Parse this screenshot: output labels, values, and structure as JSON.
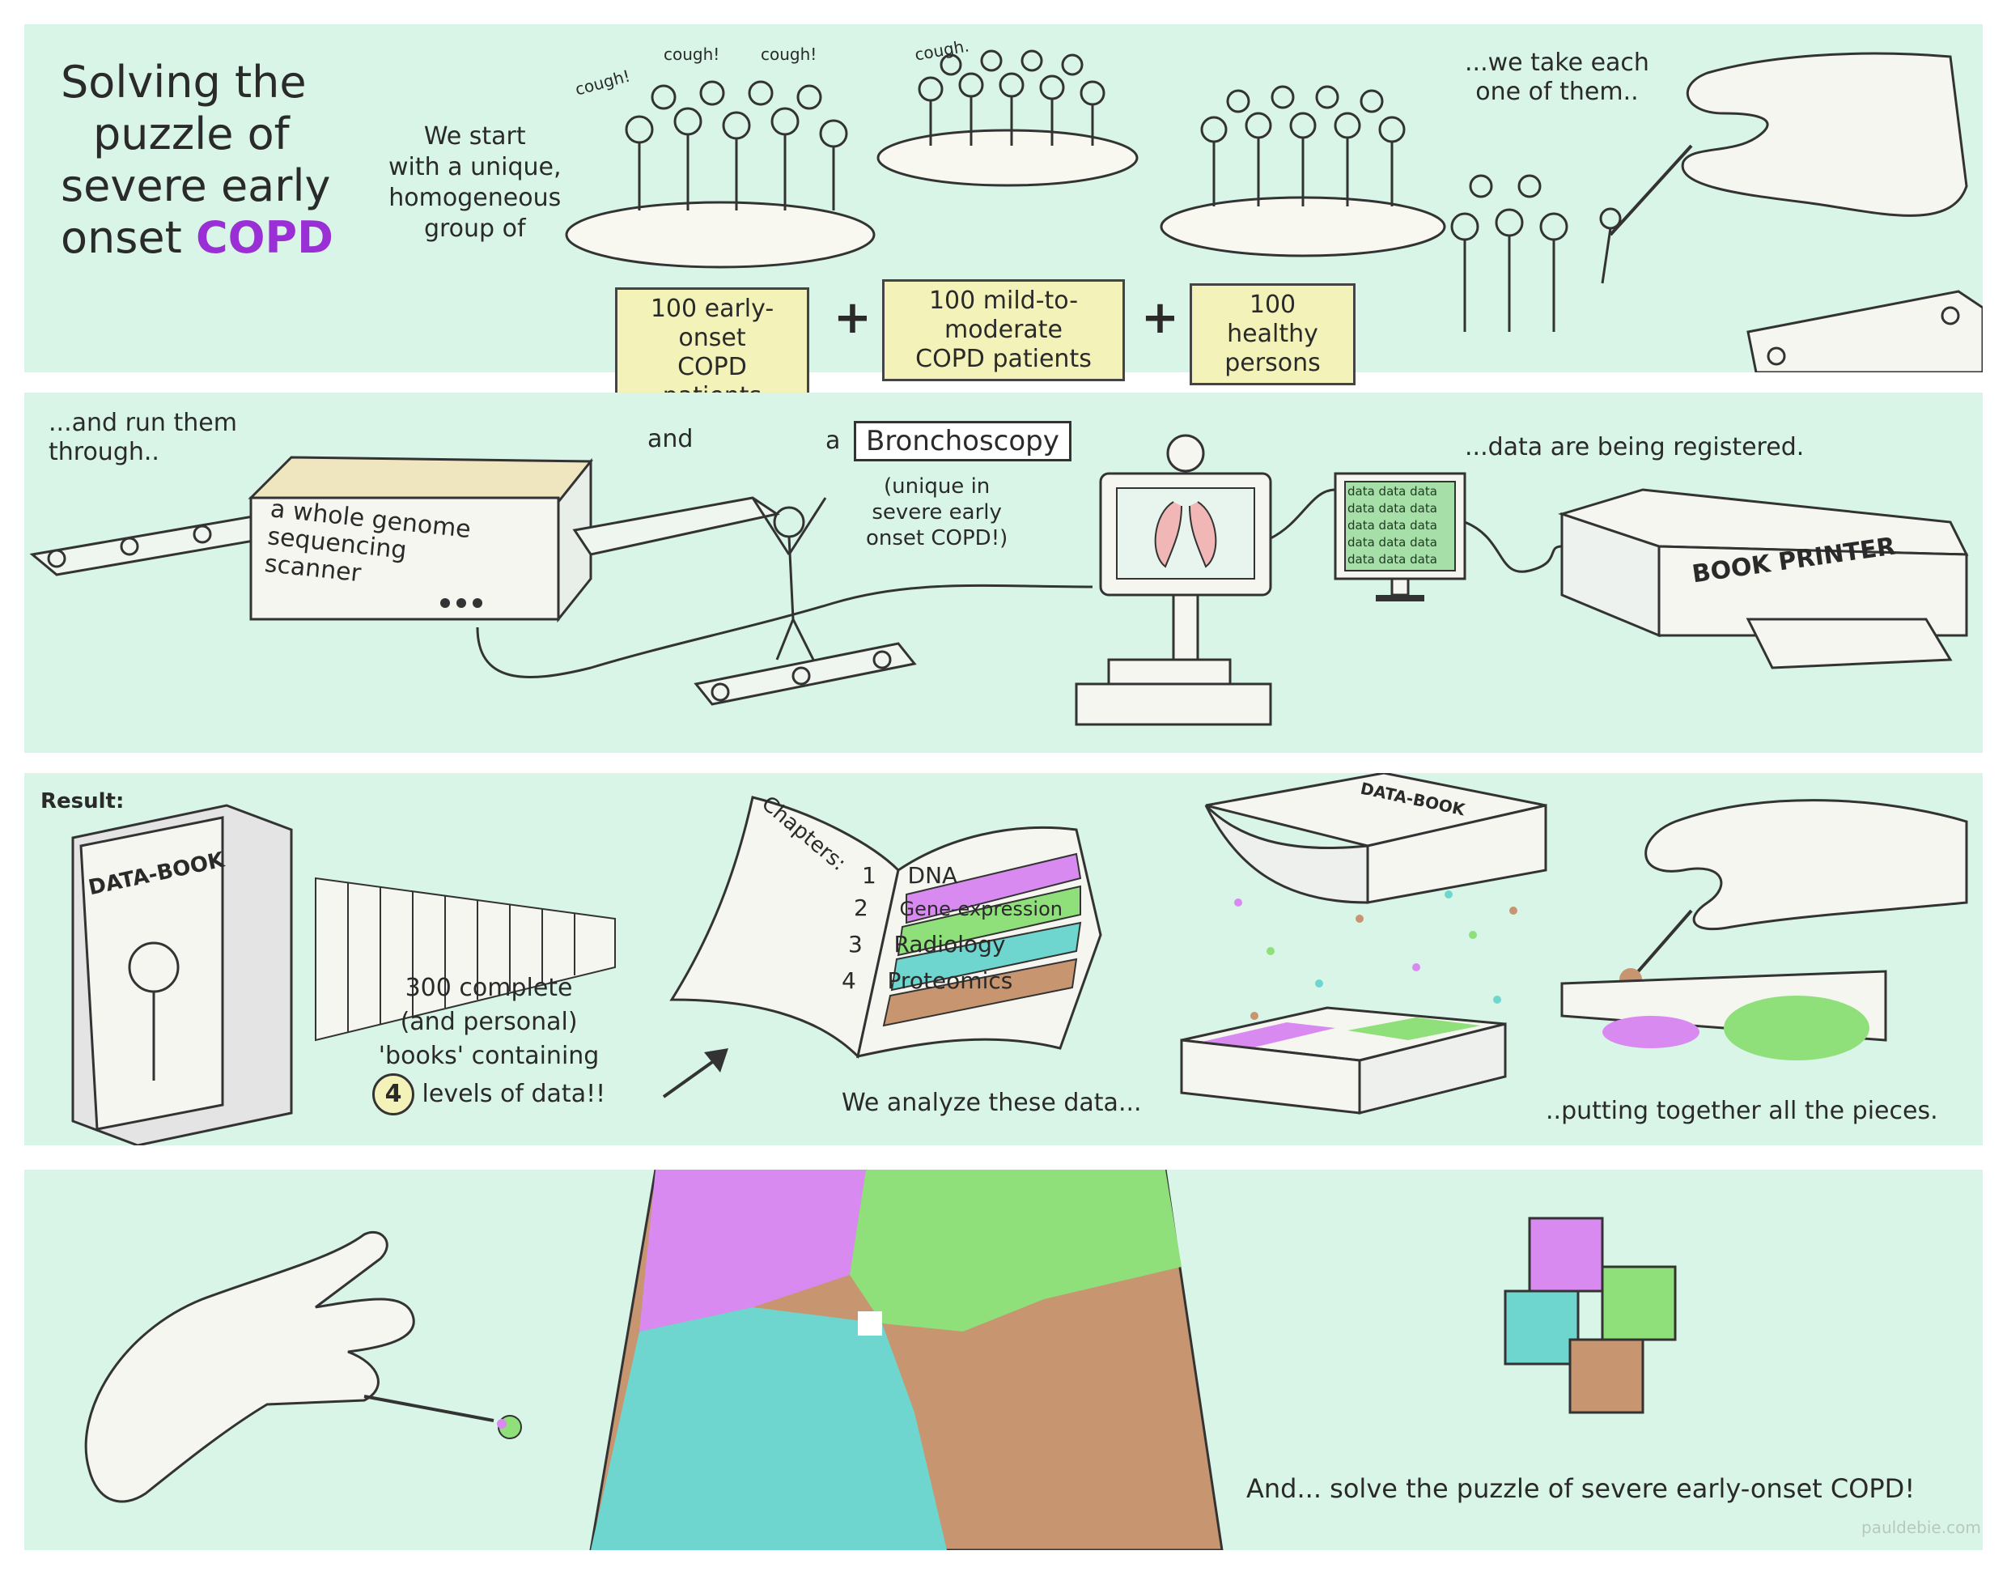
{
  "panel1": {
    "title_line1": "Solving the",
    "title_line2": "puzzle of",
    "title_line3": "severe early",
    "title_line4_prefix": "onset",
    "title_line4_copd": "COPD",
    "intro_line1": "We start",
    "intro_line2": "with a unique,",
    "intro_line3": "homogeneous",
    "intro_line4": "group of",
    "cough1": "cough!",
    "cough2": "cough!",
    "cough3": "cough!",
    "cough4": "cough.",
    "group1_line1": "100 early-onset",
    "group1_line2": "COPD patients",
    "group2_line1": "100 mild-to-moderate",
    "group2_line2": "COPD patients",
    "group3_line1": "100 healthy",
    "group3_line2": "persons",
    "plus": "+",
    "take_line1": "...we take each",
    "take_line2": "one of them.."
  },
  "panel2": {
    "run_line1": "...and run them",
    "run_line2": "through..",
    "scanner_line1": "a whole genome",
    "scanner_line2": "sequencing",
    "scanner_line3": "scanner",
    "and": "and",
    "a": "a",
    "bronchoscopy": "Bronchoscopy",
    "unique_line1": "(unique in",
    "unique_line2": "severe early",
    "unique_line3": "onset COPD!)",
    "screen_text": "data data data",
    "registered": "...data are being registered.",
    "printer_label": "BOOK PRINTER"
  },
  "panel3": {
    "result": "Result:",
    "book_title": "DATA-BOOK",
    "books_line1": "300 complete",
    "books_line2": "(and personal)",
    "books_line3": "'books' containing",
    "books_line4_num": "4",
    "books_line4_text": "levels of data!!",
    "chapters": "Chapters:",
    "chapter_items": [
      {
        "num": "1",
        "label": "DNA",
        "color": "#d98af0"
      },
      {
        "num": "2",
        "label": "Gene-expression",
        "color": "#8fe07a"
      },
      {
        "num": "3",
        "label": "Radiology",
        "color": "#6fd6cf"
      },
      {
        "num": "4",
        "label": "Proteomics",
        "color": "#c7956f"
      }
    ],
    "analyze": "We analyze these data...",
    "small_book_title": "DATA-BOOK",
    "putting": "..putting together all the pieces."
  },
  "panel4": {
    "solve": "And... solve the puzzle of severe early-onset COPD!",
    "credit": "pauldebie.com"
  },
  "colors": {
    "panel_bg": "#d9f5e8",
    "purple": "#d98af0",
    "green": "#8fe07a",
    "teal": "#6fd6cf",
    "brown": "#c7956f",
    "label_yellow": "#f3f2b8"
  }
}
